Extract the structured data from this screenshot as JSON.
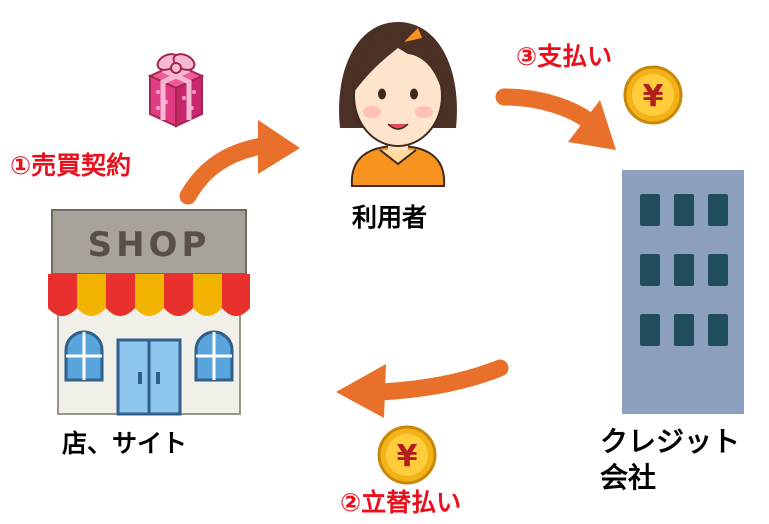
{
  "step1": "①売買契約",
  "step2": "②立替払い",
  "step3": "③支払い",
  "shop_label": "店、サイト",
  "user_label": "利用者",
  "company_label_line1": "クレジット",
  "company_label_line2": "会社",
  "shop_sign": "SHOP",
  "yen_symbol": "¥",
  "icons": [
    "gift-box-icon",
    "woman-user-icon",
    "shop-building-icon",
    "office-building-icon",
    "yen-coin-icon"
  ],
  "colors": {
    "arrow": "#e8702a",
    "label_red": "#e8101c",
    "coin": "#f3b21a",
    "building": "#8c9fbd"
  }
}
